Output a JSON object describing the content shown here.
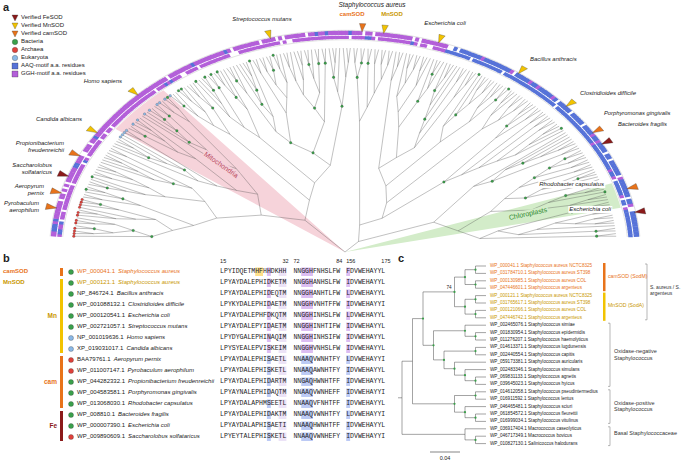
{
  "diagram": {
    "labels": [
      "a",
      "Staphylococcus aureus",
      "camSOD",
      "MnSOD",
      "Streptococcus mutans",
      "Escherichia coli",
      "Bacillus anthracis",
      "Clostridioides difficile",
      "Porphyromonas gingivalis",
      "Bacteroides fragilis",
      "Rhodobacter capsulatus",
      "Escherichia coli",
      "Homo sapiens",
      "Candida albicans",
      "Mitochondria",
      "Chloroplasts",
      "Propionibacterium freudenreichii",
      "Saccharolobus solfataricus",
      "Aeropyrum pernix",
      "Pyrobaculum aerophilum",
      "b",
      "camSOD",
      "MnSOD",
      "Mn",
      "cam",
      "Fe",
      "15",
      "32",
      "72",
      "84",
      "156",
      "175",
      "WP_000041.1",
      "Staphylococcus aureus",
      "LPYIDQETMHFHHDKHH",
      "NNGGHFNHSLFW",
      "FDVWEHAYYL",
      "WP_000121.1",
      "Staphylococcus aureus",
      "LPYAYDALEPHIDKETM",
      "NNGGHANHSLFW",
      "IDVWEHAYYL",
      "NP_846724.1",
      "Bacillus anthracis",
      "LPYAYDALEPHIDEQTM",
      "NNGGHANHTLFW",
      "LDVWEHAYYL",
      "WP_001088132.1",
      "Clostridioides difficile",
      "LPYKYDALEPHIDAETM",
      "NNGGHVNHTFFW",
      "IDVWEHAYYI",
      "WP_000120541.1",
      "Escherichia coli",
      "LPYAYDALEPHFDKQTM",
      "NNGGHINHSLFW",
      "LDVWEHAYYL",
      "WP_002721057.1",
      "Streptococcus mutans",
      "LPYAYDALEPYIDAETM",
      "NNGGHINHTIFW",
      "IDVWEHAYYL",
      "NP_001019636.1",
      "Homo sapiens",
      "LPYDYGALEPHINAQIM",
      "NNGGHINHSIFW",
      "IDVWEHAYYL",
      "XP_019031017.1",
      "Candida albicans",
      "LPYSYEALEPVISKEIM",
      "NNGGHVNHSLFW",
      "IDVWEHAYYL",
      "BAA79761.1",
      "Aeropyrum pernix",
      "LPYAYDALEPHISAETL",
      "NNAAQVWNHTFY",
      "LDVWEHAYYI",
      "WP_011007147.1",
      "Pyrobaculum aerophilum",
      "LPYAYDALEPHISKETL",
      "NNAAQAWNHTFY",
      "IDVWEHAYYL",
      "WP_044282332.1",
      "Propionibacterium freudenreichii",
      "LPYAYDALEPHIDARTM",
      "NNGAQHWNHTFF",
      "IDVWEHAYYL",
      "WP_004583581.1",
      "Porphyromonas gingivalis",
      "LPYAYNALEPHIDAQTM",
      "NNAAQVWNHEFF",
      "IDVWEHAYYI",
      "WP_013068030.1",
      "Rhodobacter capsulatus",
      "LPYAYDALAPHMSEETL",
      "NNAAQVFNHTFF",
      "IDVWEHAYYL",
      "WP_008810.1",
      "Bacteroides fragilis",
      "LPYAYDALEPHIDAKTM",
      "NNAAQVWNHTFY",
      "LDVWEHAYYI",
      "WP_000007390.1",
      "Escherichia coli",
      "LPYAYDALAPHISAETI",
      "NNAAQHWNHTFF",
      "IDVWEHAYYL",
      "WP_009890609.1",
      "Saccharolobus solfataricus",
      "LPYEYTALEPHISKETL",
      "NNAAQVWNHEFY",
      "IDVWEHAYYI",
      "c",
      "WP_000041.1 Staphylococcus aureus NCTC8325",
      "WP_031784710.1 Staphylococcus aureus ST398",
      "WP_000130985.1 Staphylococcus aureus COL",
      "WP_047446601.1 Staphylococcus argenteus",
      "WP_000121.1 Staphylococcus aureus NCTC8325",
      "WP_031765617.1 Staphylococcus aureus ST398",
      "WP_000121066.1 Staphylococcus aureus COL",
      "WP_047446742.1 Staphylococcus argenteus",
      "WP_002465076.1 Staphylococcus simiae",
      "WP_001830954.1 Staphylococcus epidermidis",
      "WP_011276207.1 Staphylococcus haemolyticus",
      "WP_014613371.1 Staphylococcus lugdunensis",
      "WP_002440554.1 Staphylococcus capitis",
      "WP_059173381.1 Staphylococcus auricularis",
      "WP_002483346.1 Staphylococcus simulans",
      "WP_069831133.1 Staphylococcus agnetis",
      "WP_039645023.1 Staphylococcus hyicus",
      "WP_014612058.1 Staphylococcus pseudintermedius",
      "WP_016911592.1 Staphylococcus lentus",
      "WP_046465481.1 Staphylococcus sciuri",
      "WP_061854572.1 Staphylococcus fleurettii",
      "WP_016999034.1 Staphylococcus vitulinus",
      "WP_036917404.1 Macrococcus caseolyticus",
      "WP_046717349.1 Macrococcus bovicus",
      "WP_010827130.1 Salinicoccus halodurans",
      "camSOD (SodM)",
      "MnSOD (SodA)",
      "S. aureus / S. argenteus",
      "Oxidase-negative Staphylococcus",
      "Oxidase-positive Staphylococcus",
      "Basal Staphylococcaceae",
      "0.04",
      "74"
    ],
    "legend": [
      {
        "text": "Verified FeSOD",
        "color": "#8b1a1a"
      },
      {
        "text": "Verified MnSOD",
        "color": "#f2c300"
      },
      {
        "text": "Verified camSOD",
        "color": "#e8731a"
      },
      {
        "text": "Bacteria",
        "color": "#3aa04a"
      },
      {
        "text": "Archaea",
        "color": "#e0403a"
      },
      {
        "text": "Eukaryota",
        "color": "#8ab8e6"
      },
      {
        "text": "AAQ-motif a.a. residues",
        "color": "#5672d8"
      },
      {
        "text": "GGH-motif a.a. residues",
        "color": "#b35fd9"
      }
    ]
  }
}
